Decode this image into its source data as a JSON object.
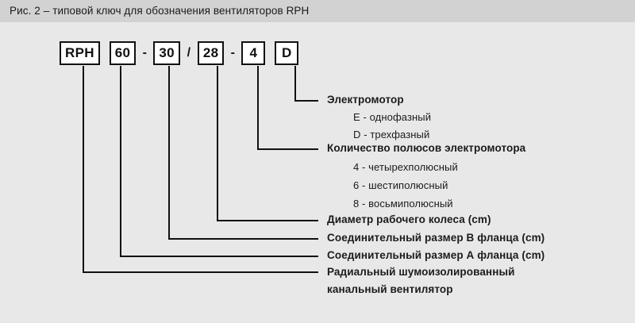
{
  "header": {
    "title": "Рис. 2 – типовой ключ для обозначения вентиляторов RPH"
  },
  "code_sequence": [
    {
      "kind": "box",
      "text": "RPH"
    },
    {
      "kind": "gap",
      "text": ""
    },
    {
      "kind": "box",
      "text": "60"
    },
    {
      "kind": "sep",
      "text": "-"
    },
    {
      "kind": "box",
      "text": "30"
    },
    {
      "kind": "sep",
      "text": "/"
    },
    {
      "kind": "box",
      "text": "28"
    },
    {
      "kind": "sep",
      "text": "-"
    },
    {
      "kind": "box",
      "text": "4"
    },
    {
      "kind": "gap",
      "text": ""
    },
    {
      "kind": "box",
      "text": "D"
    }
  ],
  "legend": {
    "electromotor": {
      "title": "Электромотор",
      "options": [
        "E - однофазный",
        "D - трехфазный"
      ]
    },
    "poles": {
      "title": "Количество полюсов электромотора",
      "options": [
        "4 - четырехполюсный",
        "6 - шестиполюсный",
        "8 - восьмиполюсный"
      ]
    },
    "impeller_diameter": "Диаметр рабочего колеса (cm)",
    "flange_b": "Соединительный размер В фланца (cm)",
    "flange_a": "Соединительный размер А фланца (cm)",
    "product_line_1": "Радиальный шумоизолированный",
    "product_line_2": "канальный вентилятор"
  },
  "colors": {
    "header_bg": "#d2d2d2",
    "body_bg": "#e8e8e8",
    "line": "#111111",
    "box_bg": "#ffffff",
    "text": "#1b1b1b"
  }
}
